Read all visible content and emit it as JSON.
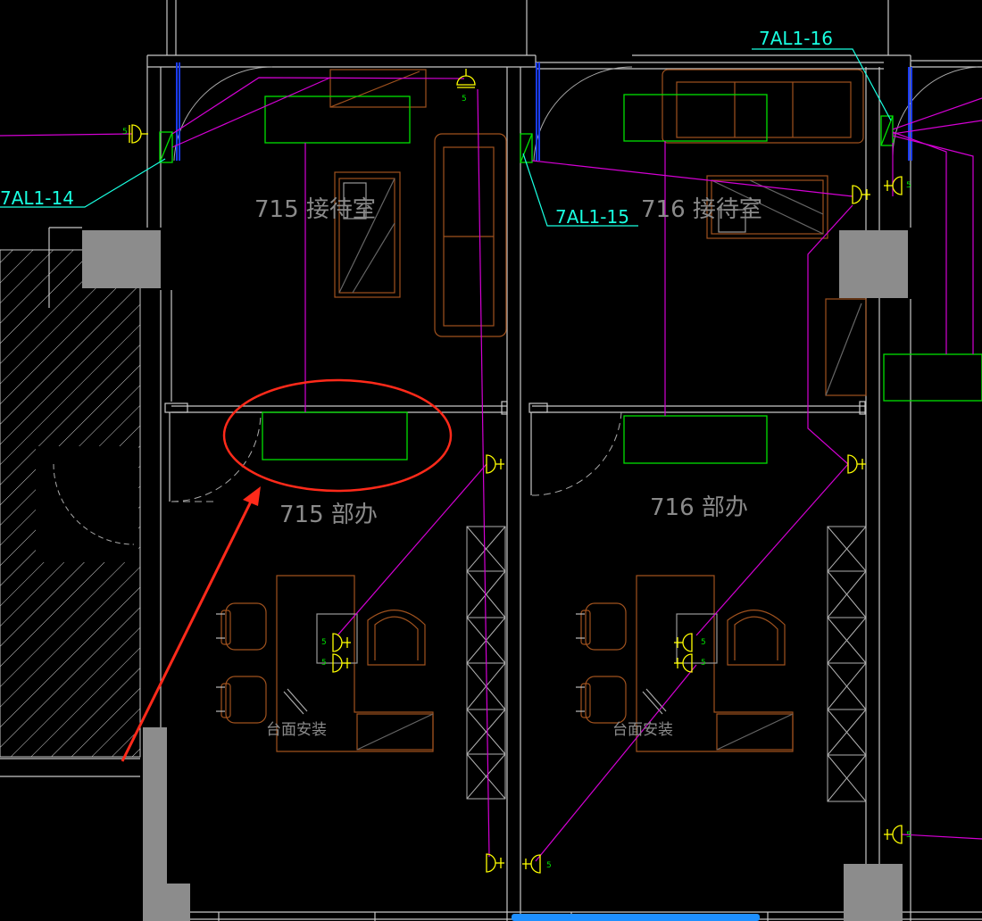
{
  "labels": {
    "circuit_14": "7AL1-14",
    "circuit_15": "7AL1-15",
    "circuit_16": "7AL1-16",
    "room_715_reception": "715 接待室",
    "room_716_reception": "716 接待室",
    "room_715_office": "715 部办",
    "room_716_office": "716 部办",
    "desk_note_left": "台面安装",
    "desk_note_right": "台面安装",
    "socket_mark": "5"
  },
  "colors": {
    "background": "#000000",
    "wall": "#c8c8c8",
    "column": "#8c8c8c",
    "wiring": "#d400d4",
    "circuit_leader": "#19ffe0",
    "fixture": "#00e000",
    "furniture": "#a0521e",
    "socket": "#ffff00",
    "annotation": "#ff2a1a",
    "panel": "#1a3cff",
    "scrollbar": "#1e90ff"
  },
  "annotations": {
    "highlight_shape": "ellipse",
    "pointer_shape": "arrow"
  }
}
